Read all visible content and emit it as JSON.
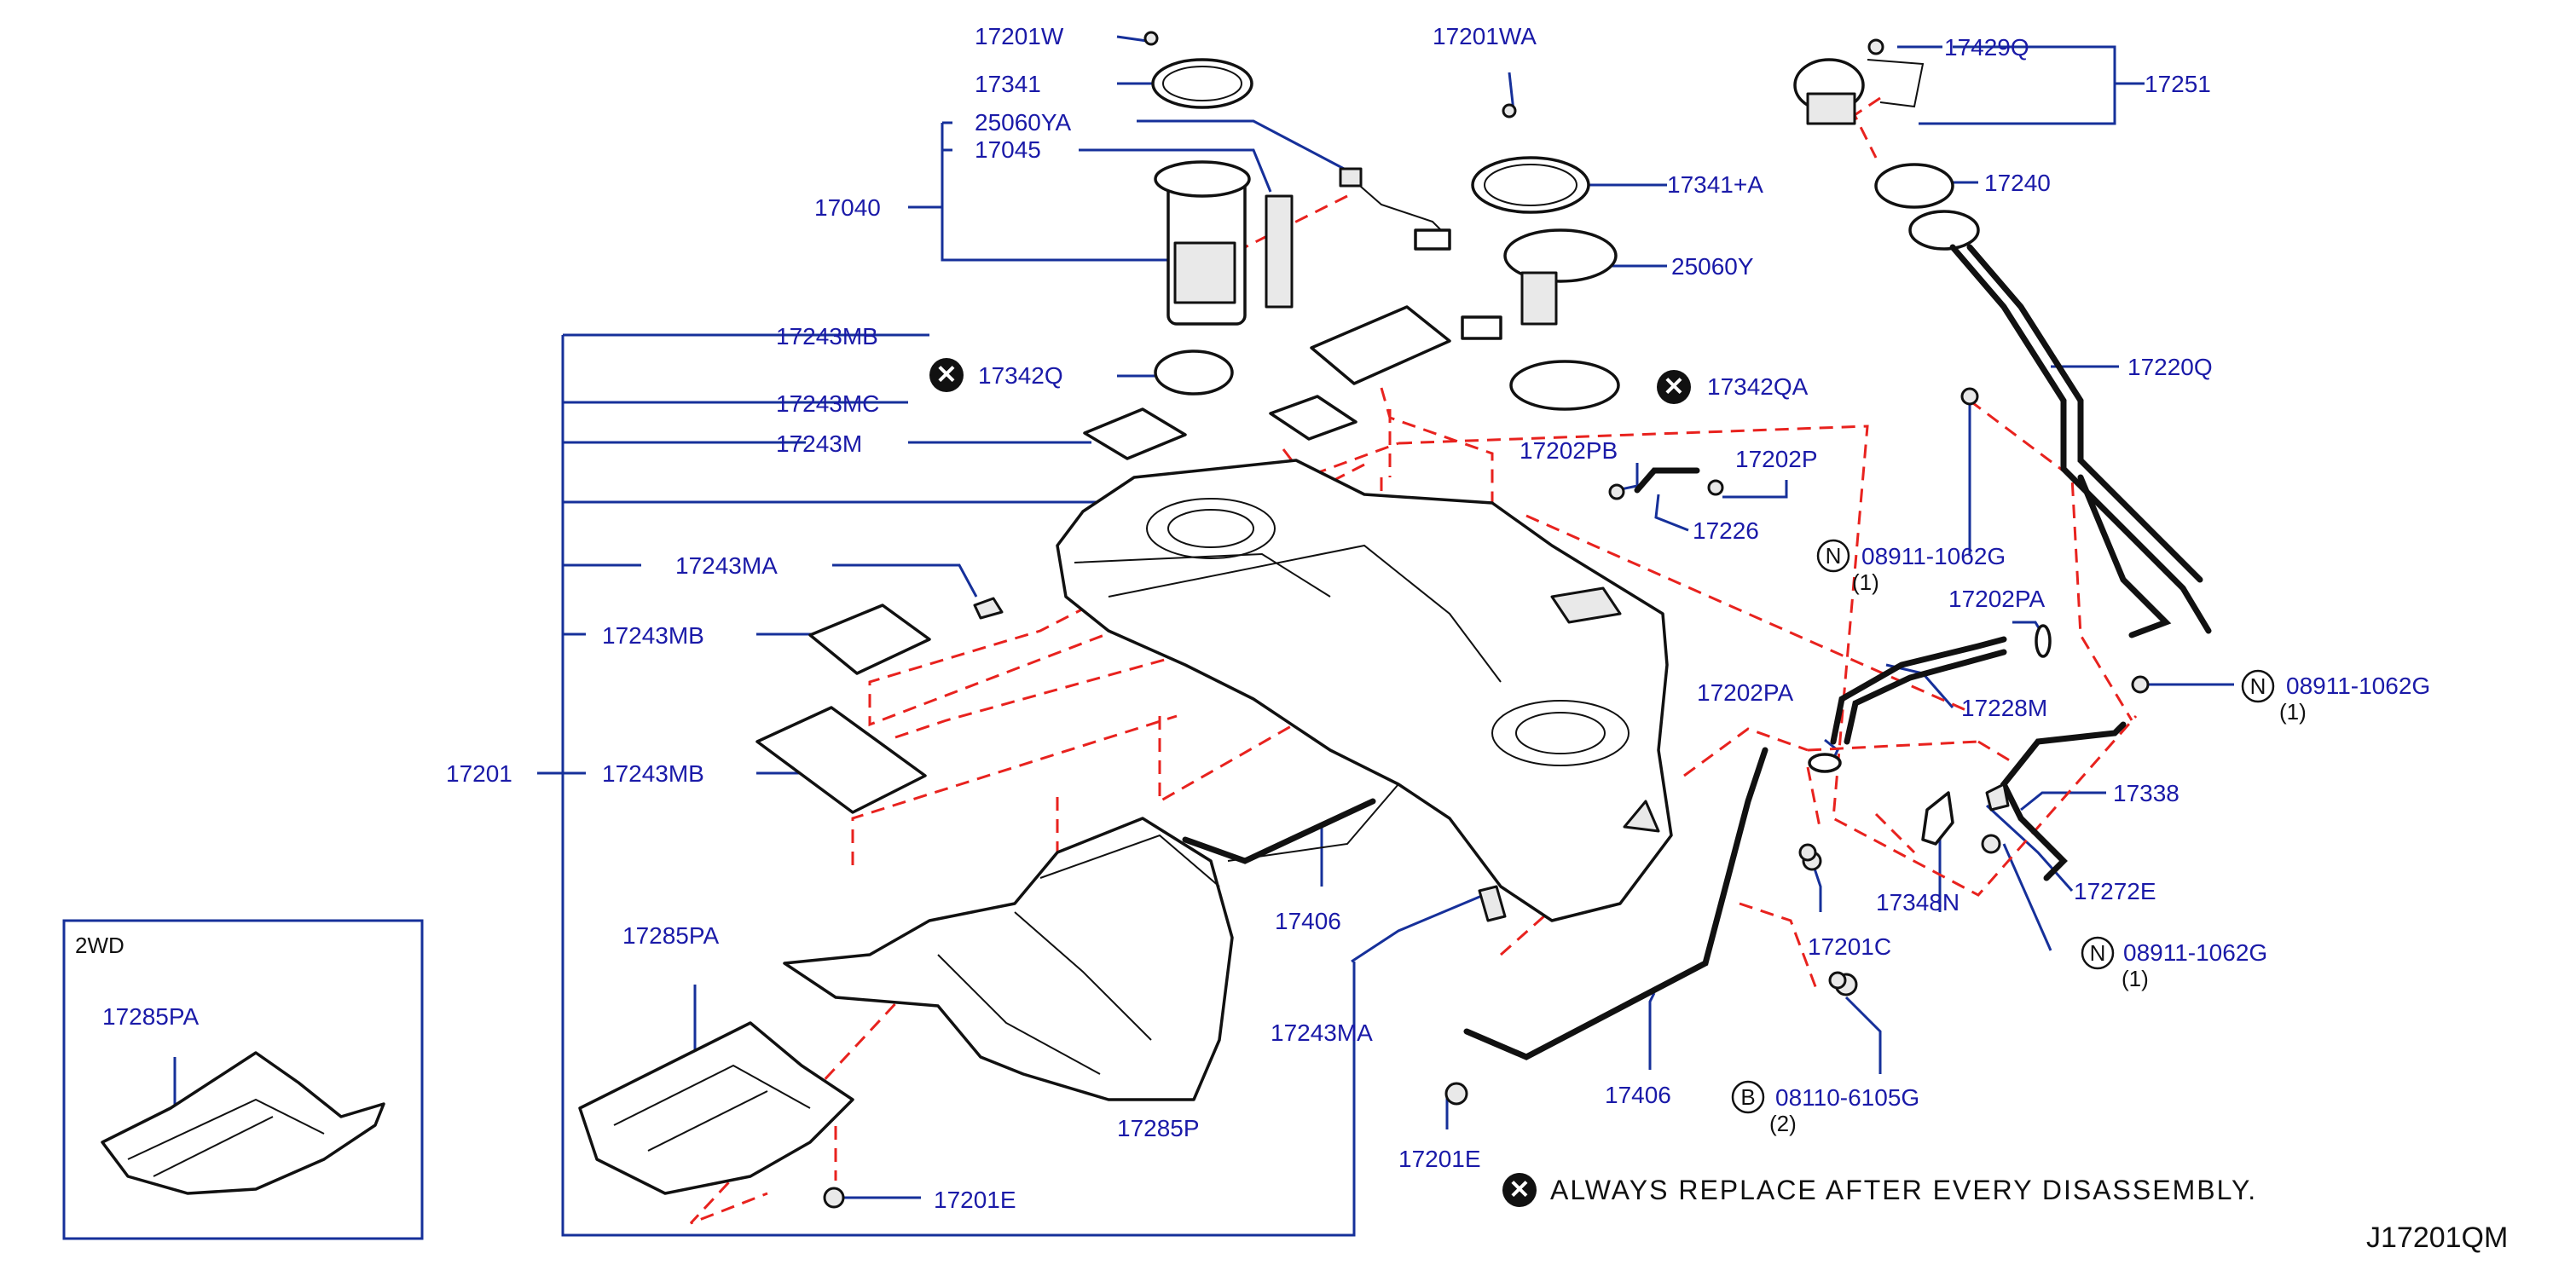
{
  "diagram_code": "J17201QM",
  "inset_title": "2WD",
  "note_text": "ALWAYS  REPLACE  AFTER  EVERY  DISASSEMBLY.",
  "callouts": [
    {
      "id": "17201W",
      "text": "17201W"
    },
    {
      "id": "17341",
      "text": "17341"
    },
    {
      "id": "25060YA",
      "text": "25060YA"
    },
    {
      "id": "17045",
      "text": "17045"
    },
    {
      "id": "17040",
      "text": "17040"
    },
    {
      "id": "17201WA",
      "text": "17201WA"
    },
    {
      "id": "17341A",
      "text": "17341+A"
    },
    {
      "id": "25060Y",
      "text": "25060Y"
    },
    {
      "id": "17243MB_top",
      "text": "17243MB"
    },
    {
      "id": "17342Q",
      "text": "17342Q"
    },
    {
      "id": "17342QA",
      "text": "17342QA"
    },
    {
      "id": "17243MC",
      "text": "17243MC"
    },
    {
      "id": "17243M",
      "text": "17243M"
    },
    {
      "id": "17202PB",
      "text": "17202PB"
    },
    {
      "id": "17202P",
      "text": "17202P"
    },
    {
      "id": "17226",
      "text": "17226"
    },
    {
      "id": "17243MA_left",
      "text": "17243MA"
    },
    {
      "id": "17243MB_mid",
      "text": "17243MB"
    },
    {
      "id": "17201",
      "text": "17201"
    },
    {
      "id": "17243MB_low",
      "text": "17243MB"
    },
    {
      "id": "17429Q",
      "text": "17429Q"
    },
    {
      "id": "17251",
      "text": "17251"
    },
    {
      "id": "17240",
      "text": "17240"
    },
    {
      "id": "17220Q",
      "text": "17220Q"
    },
    {
      "id": "08911_1",
      "text": "08911-1062G"
    },
    {
      "id": "qty_1",
      "text": "(1)"
    },
    {
      "id": "17202PA_r",
      "text": "17202PA"
    },
    {
      "id": "08911_2",
      "text": "08911-1062G"
    },
    {
      "id": "qty_2",
      "text": "(1)"
    },
    {
      "id": "17228M",
      "text": "17228M"
    },
    {
      "id": "17202PA_l",
      "text": "17202PA"
    },
    {
      "id": "17338",
      "text": "17338"
    },
    {
      "id": "17272E",
      "text": "17272E"
    },
    {
      "id": "17348N",
      "text": "17348N"
    },
    {
      "id": "08911_3",
      "text": "08911-1062G"
    },
    {
      "id": "qty_3",
      "text": "(1)"
    },
    {
      "id": "17201C",
      "text": "17201C"
    },
    {
      "id": "17406_a",
      "text": "17406"
    },
    {
      "id": "17406_b",
      "text": "17406"
    },
    {
      "id": "08110",
      "text": "08110-6105G"
    },
    {
      "id": "qty_4",
      "text": "(2)"
    },
    {
      "id": "17243MA_low",
      "text": "17243MA"
    },
    {
      "id": "17285PA",
      "text": "17285PA"
    },
    {
      "id": "17285P",
      "text": "17285P"
    },
    {
      "id": "17201E_a",
      "text": "17201E"
    },
    {
      "id": "17201E_b",
      "text": "17201E"
    },
    {
      "id": "17285PA_inset",
      "text": "17285PA"
    }
  ],
  "markers": {
    "N": "N",
    "B": "B",
    "X": "✕"
  },
  "colors": {
    "label": "#1a1aa8",
    "leader": "#16309a",
    "dashed": "#e8221e",
    "part": "#111111"
  }
}
